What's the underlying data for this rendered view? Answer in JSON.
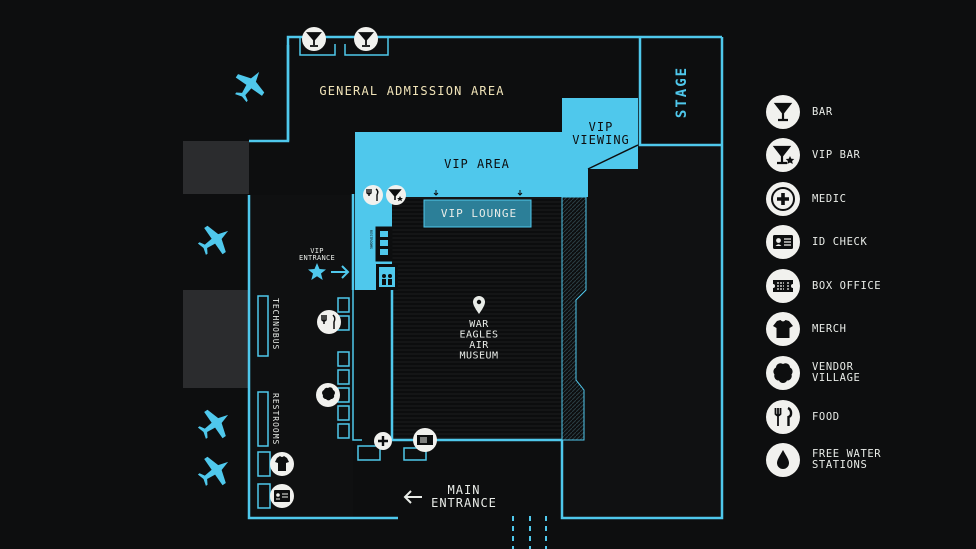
{
  "map": {
    "general_admission": "GENERAL ADMISSION AREA",
    "stage": "STAGE",
    "vip_viewing": "VIP\nVIEWING",
    "vip_area": "VIP AREA",
    "vip_lounge": "VIP LOUNGE",
    "vip_entrance": "VIP\nENTRANCE",
    "museum": "WAR\nEAGLES\nAIR\nMUSEUM",
    "technobus": "TECHNOBUS",
    "restrooms": "RESTROOMS",
    "main_entrance": "MAIN\nENTRANCE",
    "small_restrooms": "RESTROOMS"
  },
  "legend": [
    {
      "icon": "bar-icon",
      "label": "BAR"
    },
    {
      "icon": "vip-bar-icon",
      "label": "VIP BAR"
    },
    {
      "icon": "medic-icon",
      "label": "MEDIC"
    },
    {
      "icon": "id-check-icon",
      "label": "ID CHECK"
    },
    {
      "icon": "box-office-icon",
      "label": "BOX OFFICE"
    },
    {
      "icon": "merch-icon",
      "label": "MERCH"
    },
    {
      "icon": "vendor-village-icon",
      "label": "VENDOR\nVILLAGE"
    },
    {
      "icon": "food-icon",
      "label": "FOOD"
    },
    {
      "icon": "water-icon",
      "label": "FREE WATER\nSTATIONS"
    }
  ],
  "colors": {
    "accent": "#4fc8ec",
    "background": "#0d0e0f",
    "icon_bg": "#f1f1ee",
    "text": "#e9ece8",
    "label": "#f0e3b8"
  }
}
